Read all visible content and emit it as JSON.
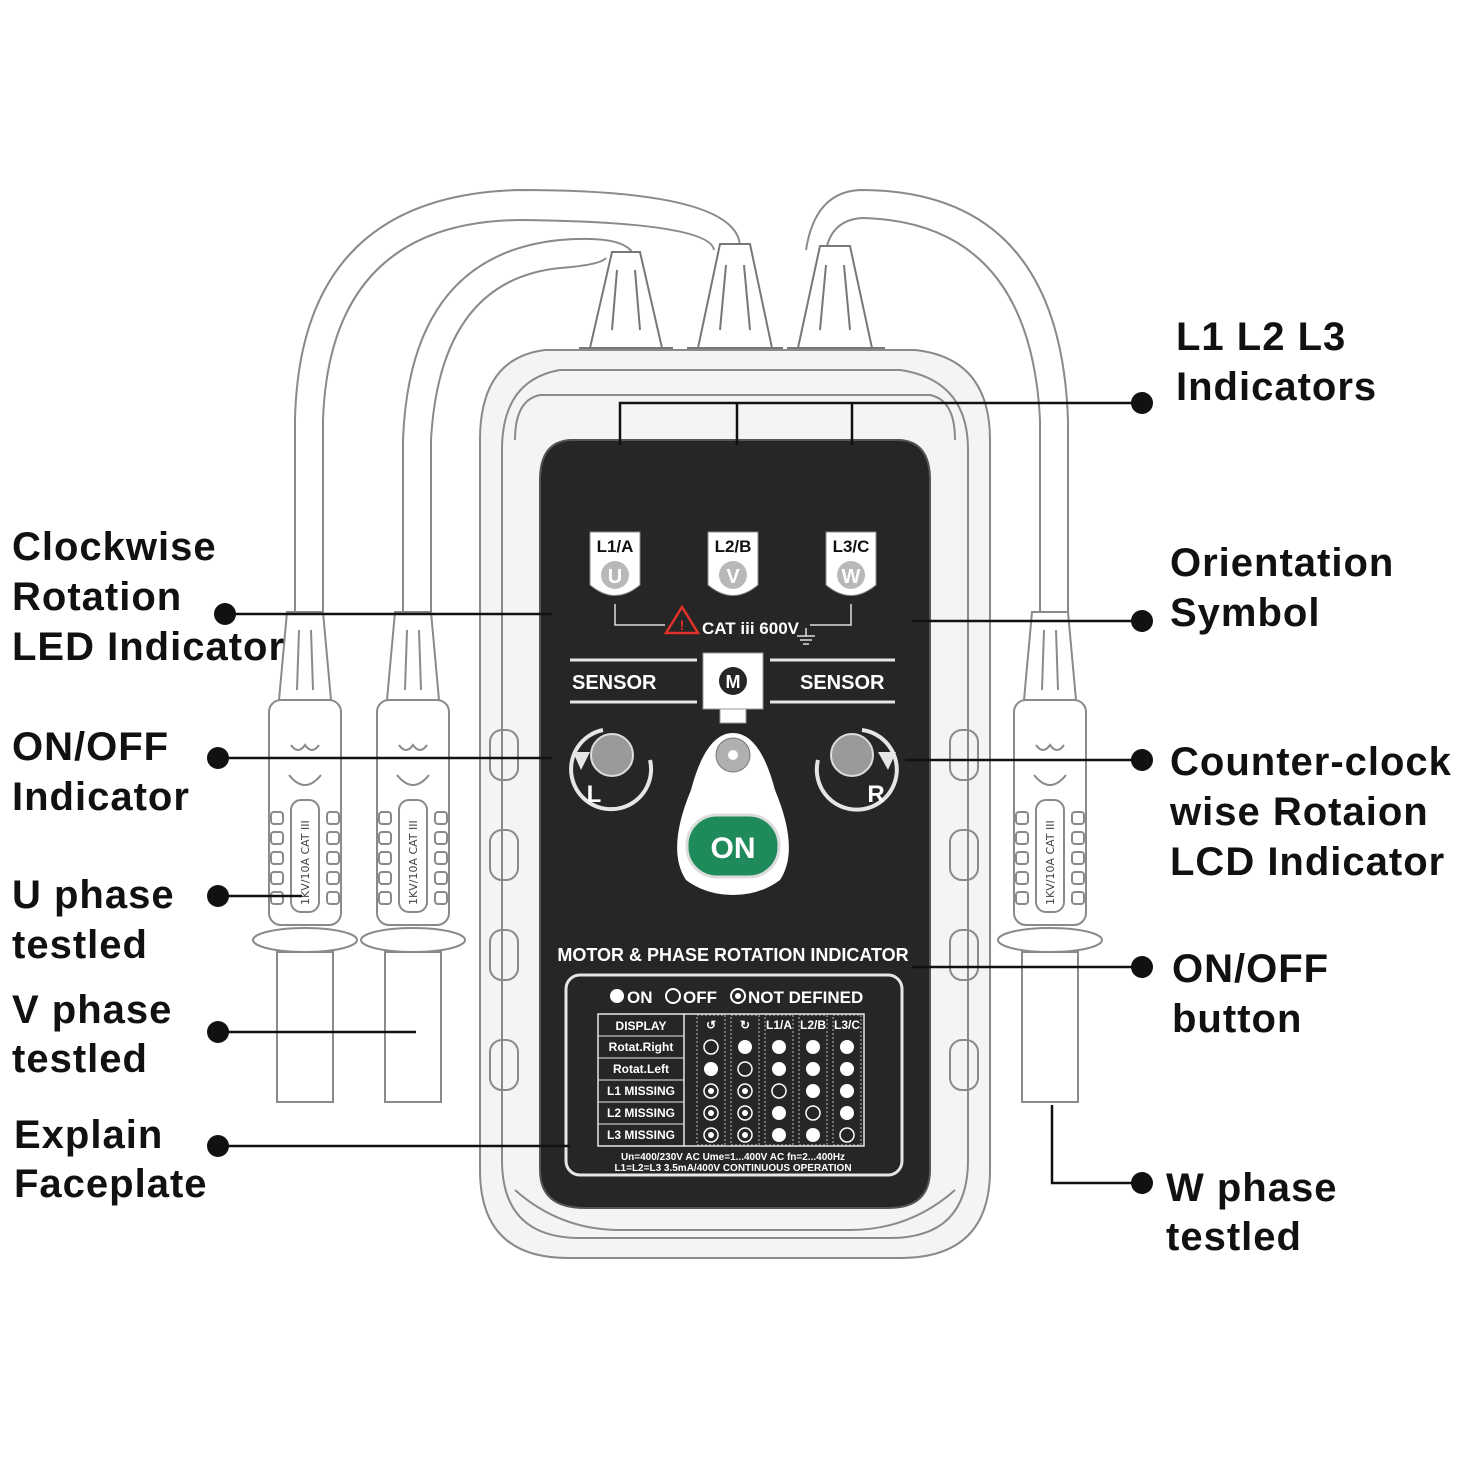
{
  "callouts": {
    "l123_line1": "L1 L2 L3",
    "l123_line2": "Indicators",
    "orientation_line1": "Orientation",
    "orientation_line2": "Symbol",
    "ccw_line1": "Counter-clock",
    "ccw_line2": "wise Rotaion",
    "ccw_line3": "LCD Indicator",
    "onoff_button_line1": "ON/OFF",
    "onoff_button_line2": "button",
    "w_phase_line1": "W phase",
    "w_phase_line2": "testled",
    "cw_line1": "Clockwise",
    "cw_line2": "Rotation",
    "cw_line3": "LED Indicator",
    "onoff_indicator_line1": "ON/OFF",
    "onoff_indicator_line2": "Indicator",
    "u_phase_line1": "U phase",
    "u_phase_line2": "testled",
    "v_phase_line1": "V phase",
    "v_phase_line2": "testled",
    "faceplate_line1": "Explain",
    "faceplate_line2": "Faceplate"
  },
  "device": {
    "terminals": [
      {
        "label": "L1/A",
        "letter": "U"
      },
      {
        "label": "L2/B",
        "letter": "V"
      },
      {
        "label": "L3/C",
        "letter": "W"
      }
    ],
    "cat_rating": "CAT iii 600V",
    "sensor_left": "SENSOR",
    "sensor_right": "SENSOR",
    "motor_symbol": "M",
    "rot_left": "L",
    "rot_right": "R",
    "on_button": "ON",
    "title": "MOTOR & PHASE ROTATION INDICATOR",
    "legend_on": "ON",
    "legend_off": "OFF",
    "legend_nd": "NOT DEFINED",
    "table_header": "DISPLAY",
    "table_cols": [
      "↺",
      "↻",
      "L1/A",
      "L2/B",
      "L3/C"
    ],
    "table_rows": [
      {
        "label": "Rotat.Right",
        "states": [
          "off",
          "on",
          "on",
          "on",
          "on"
        ]
      },
      {
        "label": "Rotat.Left",
        "states": [
          "on",
          "off",
          "on",
          "on",
          "on"
        ]
      },
      {
        "label": "L1 MISSING",
        "states": [
          "nd",
          "nd",
          "off",
          "on",
          "on"
        ]
      },
      {
        "label": "L2 MISSING",
        "states": [
          "nd",
          "nd",
          "on",
          "off",
          "on"
        ]
      },
      {
        "label": "L3 MISSING",
        "states": [
          "nd",
          "nd",
          "on",
          "on",
          "off"
        ]
      }
    ],
    "spec_line1": "Un=400/230V AC  Ume=1...400V AC  fn=2...400Hz",
    "spec_line2": "L1=L2=L3 3.5mA/400V  CONTINUOUS OPERATION",
    "probe_rating": "1KV/10A CAT III"
  }
}
